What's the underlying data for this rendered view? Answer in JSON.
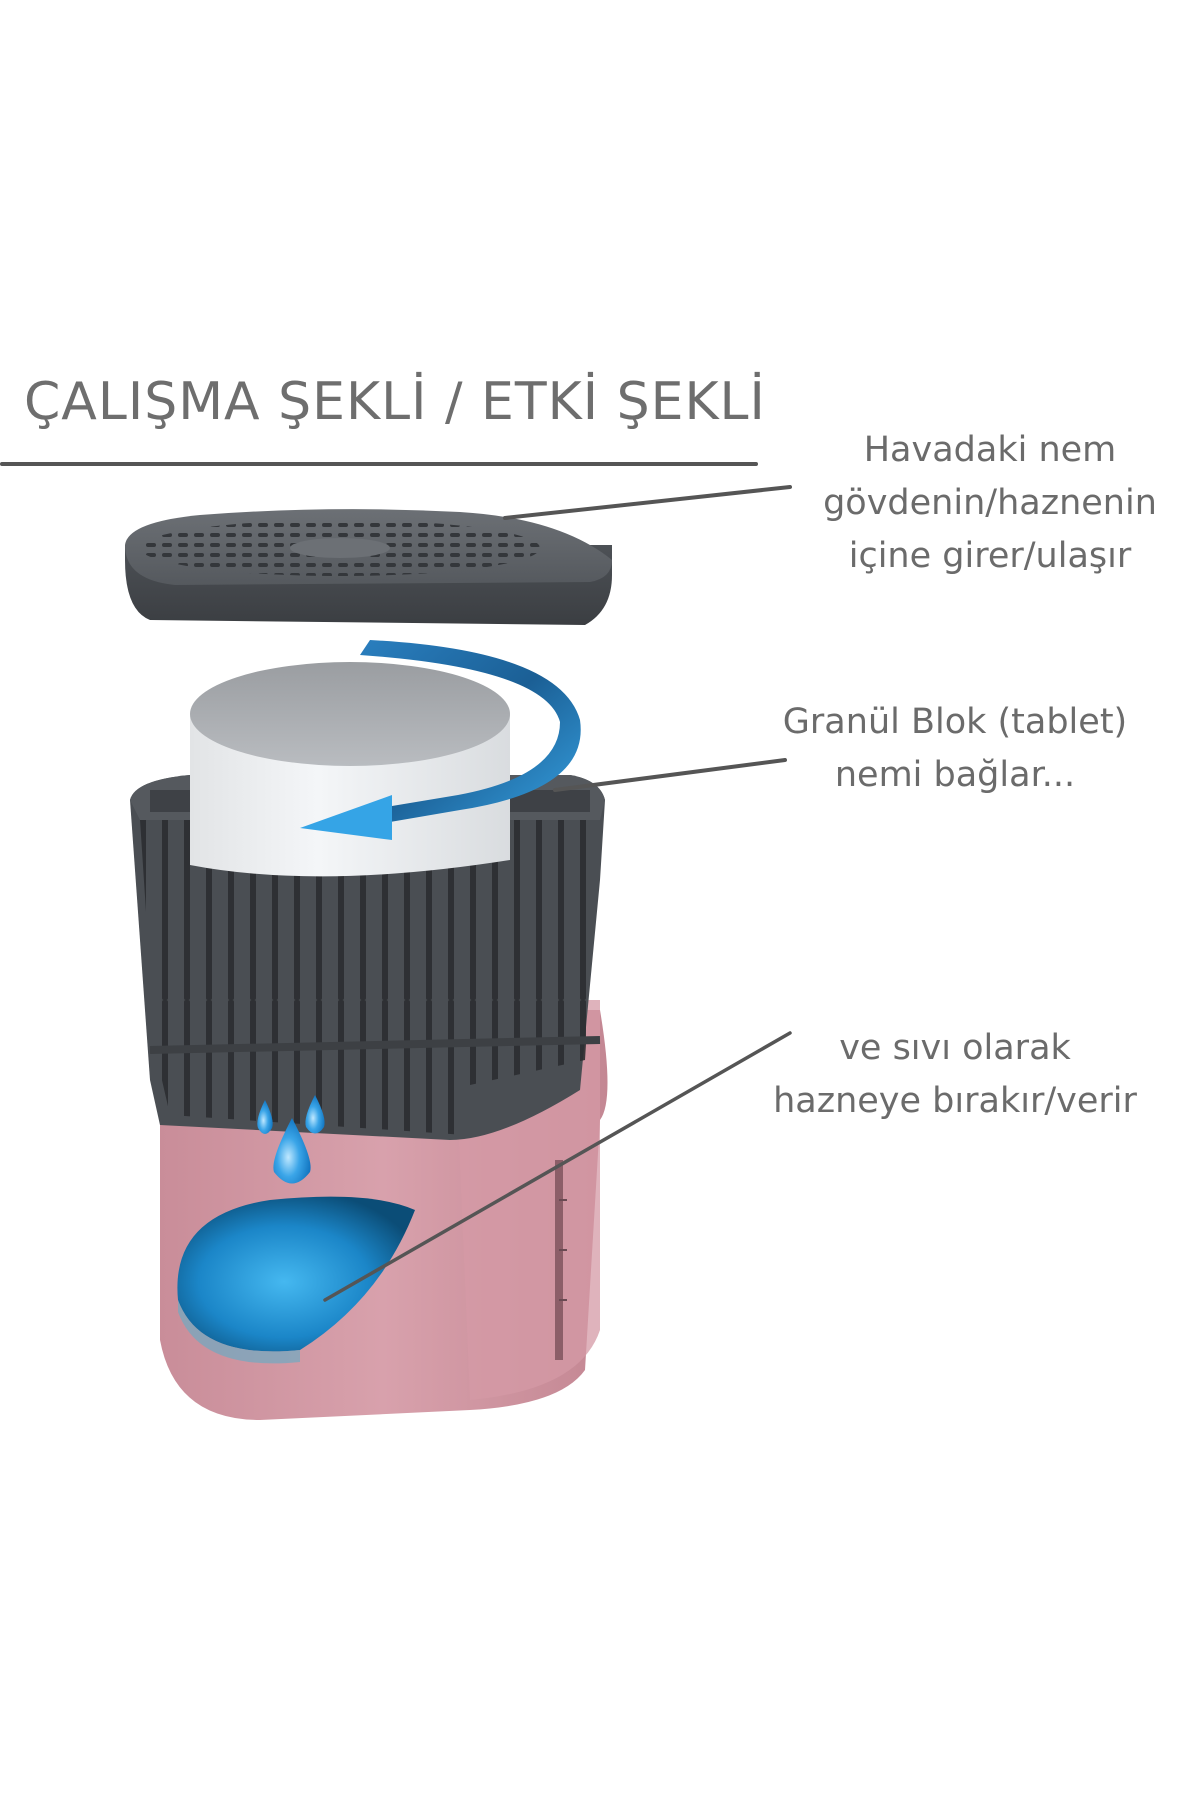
{
  "title": "ÇALIŞMA ŞEKLİ / ETKİ ŞEKLİ",
  "callouts": [
    {
      "id": "lid",
      "lines": [
        "Havadaki nem",
        "gövdenin/haznenin",
        "içine girer/ulaşır"
      ],
      "points_to": "perforated lid"
    },
    {
      "id": "tablet",
      "lines": [
        "Granül Blok (tablet)",
        "nemi bağlar..."
      ],
      "points_to": "granule block cylinder"
    },
    {
      "id": "reservoir",
      "lines": [
        "ve sıvı olarak",
        "hazneye bırakır/verir"
      ],
      "points_to": "liquid reservoir"
    }
  ],
  "components": {
    "lid": {
      "icon": "perforated-lid-icon",
      "color": "#5b5f63"
    },
    "airflow_arrow": {
      "icon": "spiral-arrow-icon",
      "color": "#2f8fd0"
    },
    "tablet": {
      "icon": "white-cylinder-icon",
      "color": "#eef0f2"
    },
    "basket": {
      "icon": "slotted-basket-icon",
      "color": "#4a4e53"
    },
    "drops": {
      "icon": "water-drop-icon",
      "count": 3,
      "color": "#3aa5e8"
    },
    "reservoir": {
      "icon": "water-pool-icon",
      "color": "#1f8fd0"
    },
    "body": {
      "icon": "pink-housing-icon",
      "color": "#d49aa6"
    }
  },
  "colors": {
    "text": "#6b6b6b",
    "leader_line": "#555555",
    "background": "#ffffff"
  }
}
